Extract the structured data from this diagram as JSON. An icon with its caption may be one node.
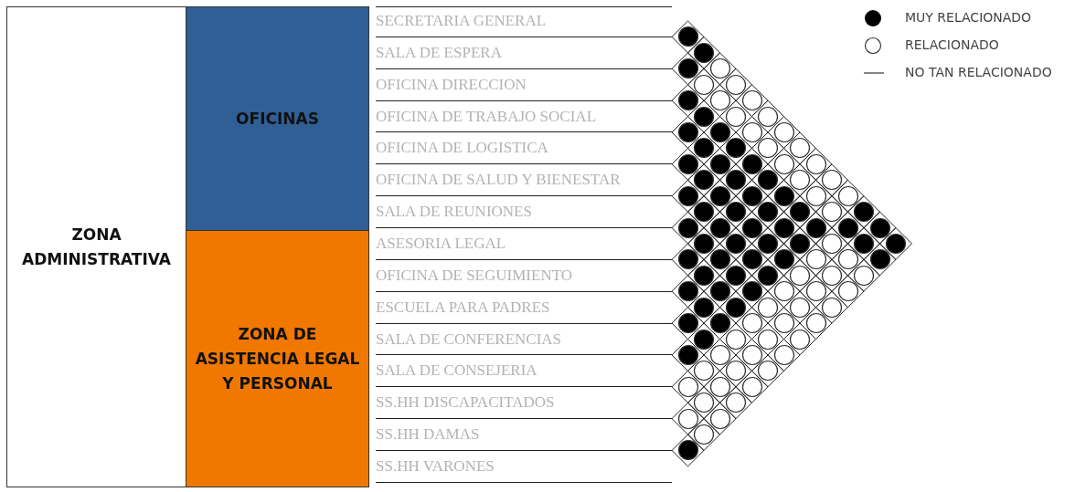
{
  "diagram": {
    "nodes": [
      {
        "text": [
          "ZONA ADMINISTRATIVA"
        ]
      },
      {
        "text": [
          "OFICINAS"
        ]
      },
      {
        "text": [
          "ZONA DE ASISTENCIA LEGAL Y PERSONAL"
        ]
      },
      {
        "text": [
          "SECRETARIA GENERAL"
        ]
      },
      {
        "text": [
          "SALA DE ESPERA"
        ]
      },
      {
        "text": [
          "OFICINA DIRECCION"
        ]
      },
      {
        "text": [
          "OFICINA DE TRABAJO SOCIAL"
        ]
      },
      {
        "text": [
          "OFICINA DE LOGISTICA"
        ]
      },
      {
        "text": [
          "OFICINA DE SALUD Y BIENESTAR"
        ]
      },
      {
        "text": [
          "SALA DE REUNIONES"
        ]
      },
      {
        "text": [
          "ASESORIA LEGAL"
        ]
      },
      {
        "text": [
          "OFICINA DE SEGUIMIENTO"
        ]
      },
      {
        "text": [
          "ESCUELA PARA PADRES"
        ]
      },
      {
        "text": [
          "SALA DE CONFERENCIAS"
        ]
      },
      {
        "text": [
          "SALA DE CONSEJERIA"
        ]
      },
      {
        "text": [
          "SS.HH DISCAPACITADOS"
        ]
      },
      {
        "text": [
          "SS.HH DAMAS"
        ]
      },
      {
        "text": [
          "SS.HH VARONES"
        ]
      },
      {
        "text": [],
        "shape": "dot"
      },
      {
        "text": [],
        "shape": "dot"
      },
      {
        "text": [],
        "shape": "dot"
      },
      {
        "text": [],
        "shape": "circle"
      },
      {
        "text": [],
        "shape": "circle"
      },
      {
        "text": [],
        "shape": "circle"
      },
      {
        "text": [],
        "shape": "dot"
      },
      {
        "text": [],
        "shape": "circle"
      },
      {
        "text": [],
        "shape": "circle"
      },
      {
        "text": [],
        "shape": "dot"
      },
      {
        "text": [],
        "shape": "circle"
      },
      {
        "text": [],
        "shape": "circle"
      },
      {
        "text": [],
        "shape": "dot"
      },
      {
        "text": [],
        "shape": "dot"
      },
      {
        "text": [],
        "shape": "circle"
      },
      {
        "text": [],
        "shape": "circle"
      },
      {
        "text": [],
        "shape": "dot"
      },
      {
        "text": [],
        "shape": "dot"
      },
      {
        "text": [],
        "shape": "circle"
      },
      {
        "text": [],
        "shape": "circle"
      },
      {
        "text": [],
        "shape": "dot"
      },
      {
        "text": [],
        "shape": "dot"
      },
      {
        "text": [],
        "shape": "dot"
      },
      {
        "text": [],
        "shape": "circle"
      },
      {
        "text": [],
        "shape": "circle"
      },
      {
        "text": [],
        "shape": "dot"
      },
      {
        "text": [],
        "shape": "dot"
      },
      {
        "text": [],
        "shape": "dot"
      },
      {
        "text": [],
        "shape": "circle"
      },
      {
        "text": [],
        "shape": "circle"
      },
      {
        "text": [],
        "shape": "dot"
      },
      {
        "text": [],
        "shape": "dot"
      },
      {
        "text": [],
        "shape": "dot"
      },
      {
        "text": [],
        "shape": "dot"
      },
      {
        "text": [],
        "shape": "circle"
      },
      {
        "text": [],
        "shape": "circle"
      },
      {
        "text": [],
        "shape": "dot"
      },
      {
        "text": [],
        "shape": "dot"
      },
      {
        "text": [],
        "shape": "dot"
      },
      {
        "text": [],
        "shape": "dot"
      },
      {
        "text": [],
        "shape": "circle"
      },
      {
        "text": [],
        "shape": "dot"
      },
      {
        "text": [],
        "shape": "dot"
      },
      {
        "text": [],
        "shape": "dot"
      },
      {
        "text": [],
        "shape": "dot"
      },
      {
        "text": [],
        "shape": "dot"
      },
      {
        "text": [],
        "shape": "dot"
      },
      {
        "text": [],
        "shape": "dot"
      },
      {
        "text": [],
        "shape": "dot"
      },
      {
        "text": [],
        "shape": "dot"
      },
      {
        "text": [],
        "shape": "dot"
      },
      {
        "text": [],
        "shape": "dot"
      },
      {
        "text": [],
        "shape": "dot"
      },
      {
        "text": [],
        "shape": "circle"
      },
      {
        "text": [],
        "shape": "dot"
      },
      {
        "text": [],
        "shape": "dot"
      },
      {
        "text": [],
        "shape": "dot"
      },
      {
        "text": [],
        "shape": "dot"
      },
      {
        "text": [],
        "shape": "dot"
      },
      {
        "text": [],
        "shape": "dot"
      },
      {
        "text": [],
        "shape": "circle"
      },
      {
        "text": [],
        "shape": "circle"
      },
      {
        "text": [],
        "shape": "dot"
      },
      {
        "text": [],
        "shape": "dot"
      },
      {
        "text": [],
        "shape": "dot"
      },
      {
        "text": [],
        "shape": "dot"
      },
      {
        "text": [],
        "shape": "circle"
      },
      {
        "text": [],
        "shape": "circle"
      },
      {
        "text": [],
        "shape": "circle"
      },
      {
        "text": [],
        "shape": "dot"
      },
      {
        "text": [],
        "shape": "dot"
      },
      {
        "text": [],
        "shape": "dot"
      },
      {
        "text": [],
        "shape": "circle"
      },
      {
        "text": [],
        "shape": "circle"
      },
      {
        "text": [],
        "shape": "circle"
      },
      {
        "text": [],
        "shape": "dot"
      },
      {
        "text": [],
        "shape": "dot"
      },
      {
        "text": [],
        "shape": "circle"
      },
      {
        "text": [],
        "shape": "circle"
      },
      {
        "text": [],
        "shape": "circle"
      },
      {
        "text": [],
        "shape": "dot"
      },
      {
        "text": [],
        "shape": "dot"
      },
      {
        "text": [],
        "shape": "circle"
      },
      {
        "text": [],
        "shape": "circle"
      },
      {
        "text": [],
        "shape": "circle"
      },
      {
        "text": [],
        "shape": "dot"
      },
      {
        "text": [],
        "shape": "circle"
      },
      {
        "text": [],
        "shape": "circle"
      },
      {
        "text": [],
        "shape": "circle"
      },
      {
        "text": [],
        "shape": "dot"
      },
      {
        "text": [],
        "shape": "circle"
      },
      {
        "text": [],
        "shape": "circle"
      },
      {
        "text": [],
        "shape": "circle"
      },
      {
        "text": [],
        "shape": "circle"
      },
      {
        "text": [],
        "shape": "circle"
      },
      {
        "text": [],
        "shape": "circle"
      },
      {
        "text": [],
        "shape": "circle"
      },
      {
        "text": [],
        "shape": "circle"
      },
      {
        "text": [],
        "shape": "circle"
      },
      {
        "text": [],
        "shape": "circle"
      },
      {
        "text": [],
        "shape": "circle"
      },
      {
        "text": [],
        "shape": "circle"
      },
      {
        "text": [],
        "shape": "circle"
      },
      {
        "text": [],
        "shape": "circle"
      },
      {
        "text": [],
        "shape": "dot"
      }
    ],
    "legend": [
      {
        "text": "MUY RELACIONADO"
      },
      {
        "text": "RELACIONADO"
      },
      {
        "text": "NO TAN RELACIONADO"
      }
    ]
  }
}
